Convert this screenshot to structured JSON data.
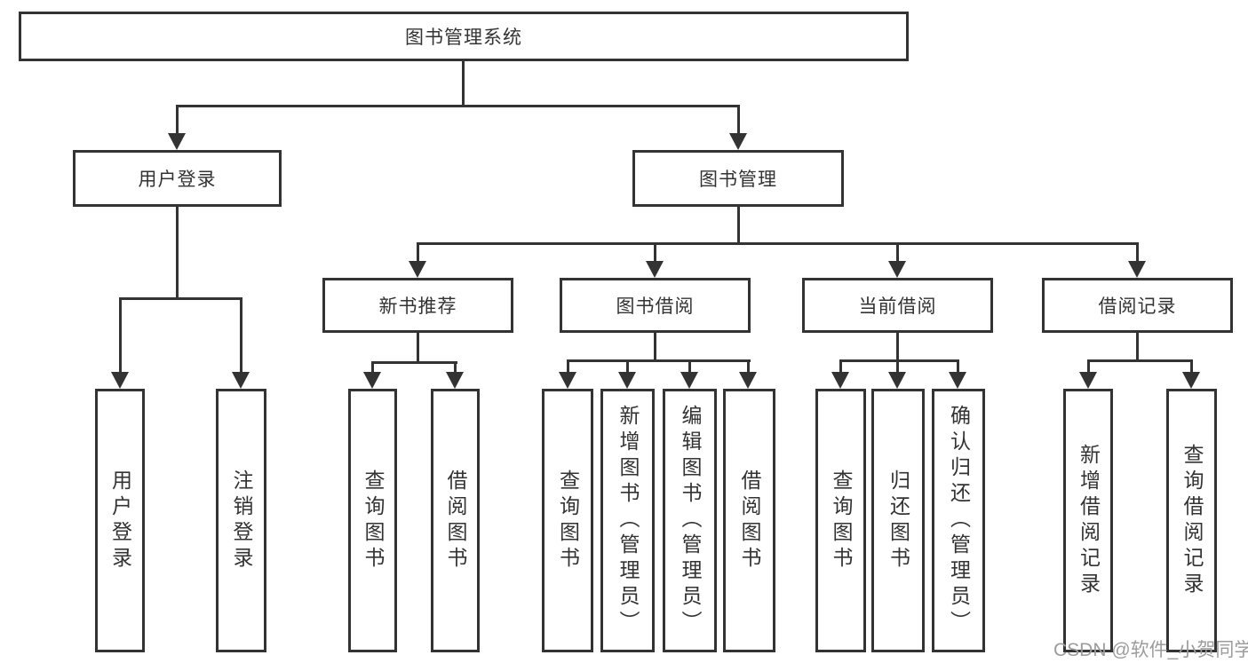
{
  "diagram": {
    "type": "tree-diagram",
    "title": "图书管理系统",
    "branches": [
      {
        "label": "用户登录",
        "children": [
          {
            "label": "用户登录"
          },
          {
            "label": "注销登录"
          }
        ]
      },
      {
        "label": "图书管理",
        "children": [
          {
            "label": "新书推荐",
            "children": [
              {
                "label": "查询图书"
              },
              {
                "label": "借阅图书"
              }
            ]
          },
          {
            "label": "图书借阅",
            "children": [
              {
                "label": "查询图书"
              },
              {
                "label": "新增图书（管理员）"
              },
              {
                "label": "编辑图书（管理员）"
              },
              {
                "label": "借阅图书"
              }
            ]
          },
          {
            "label": "当前借阅",
            "children": [
              {
                "label": "查询图书"
              },
              {
                "label": "归还图书"
              },
              {
                "label": "确认归还（管理员）"
              }
            ]
          },
          {
            "label": "借阅记录",
            "children": [
              {
                "label": "新增借阅记录"
              },
              {
                "label": "查询借阅记录"
              }
            ]
          }
        ]
      }
    ]
  },
  "watermark": {
    "text": "CSDN @软件_小贺同学"
  },
  "colors": {
    "line": "#333333",
    "text": "#333333",
    "watermark": "#9c9c9c",
    "background": "#ffffff"
  }
}
